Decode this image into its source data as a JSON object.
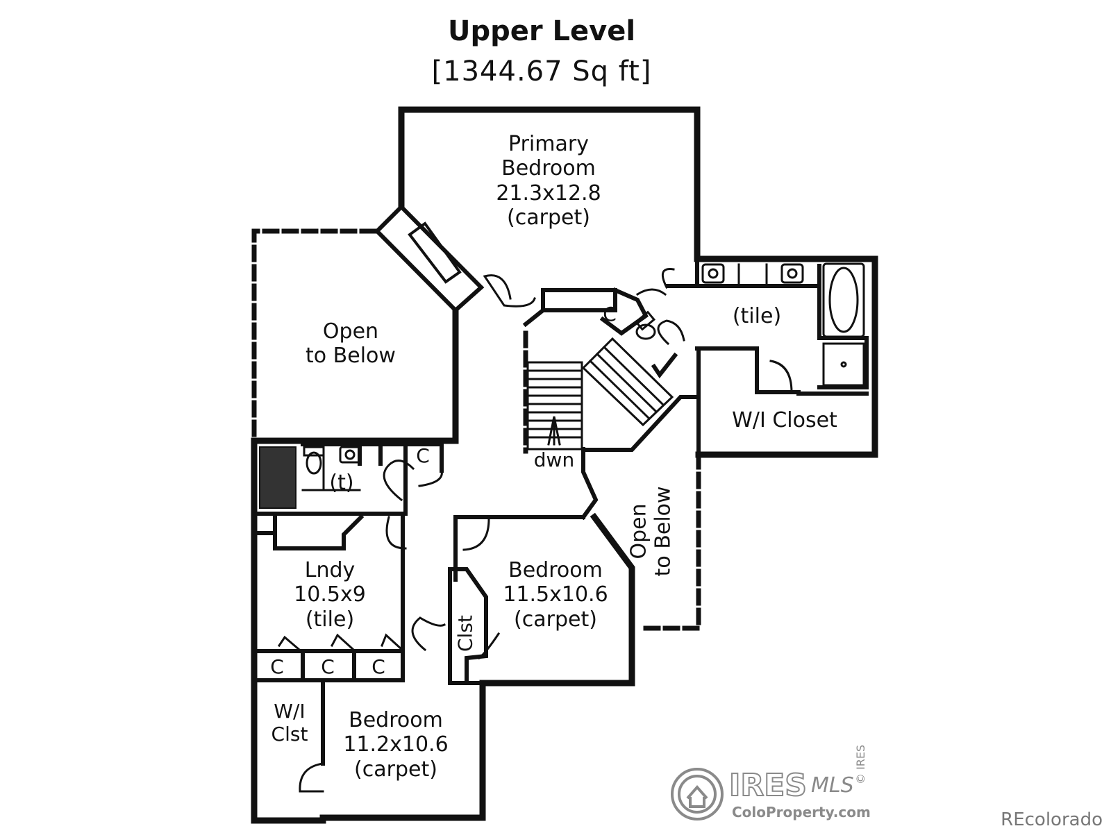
{
  "header": {
    "title": "Upper Level",
    "area": "[1344.67 Sq ft]"
  },
  "rooms": {
    "primary": [
      "Primary",
      "Bedroom",
      "21.3x12.8",
      "(carpet)"
    ],
    "open_left": [
      "Open",
      "to Below"
    ],
    "master_bath": "(tile)",
    "wi_closet": "W/I Closet",
    "open_right": [
      "Open",
      "to Below"
    ],
    "half_bath": "(t)",
    "laundry": [
      "Lndy",
      "10.5x9",
      "(tile)"
    ],
    "bedroom_mid": [
      "Bedroom",
      "11.5x10.6",
      "(carpet)"
    ],
    "closet_vert": "Clst",
    "bedroom_low": [
      "Bedroom",
      "11.2x10.6",
      "(carpet)"
    ],
    "wi_clst": [
      "W/I",
      "Clst"
    ],
    "closet_mark": "C",
    "stairs": "dwn"
  },
  "watermark": {
    "brand": "IRES",
    "brand_suffix": "MLS",
    "site": "ColoProperty.com",
    "side": "© IRES",
    "corner": "REcolorado"
  },
  "colors": {
    "wall": "#111111",
    "background": "#ffffff",
    "watermark": "#8a8a8a"
  }
}
